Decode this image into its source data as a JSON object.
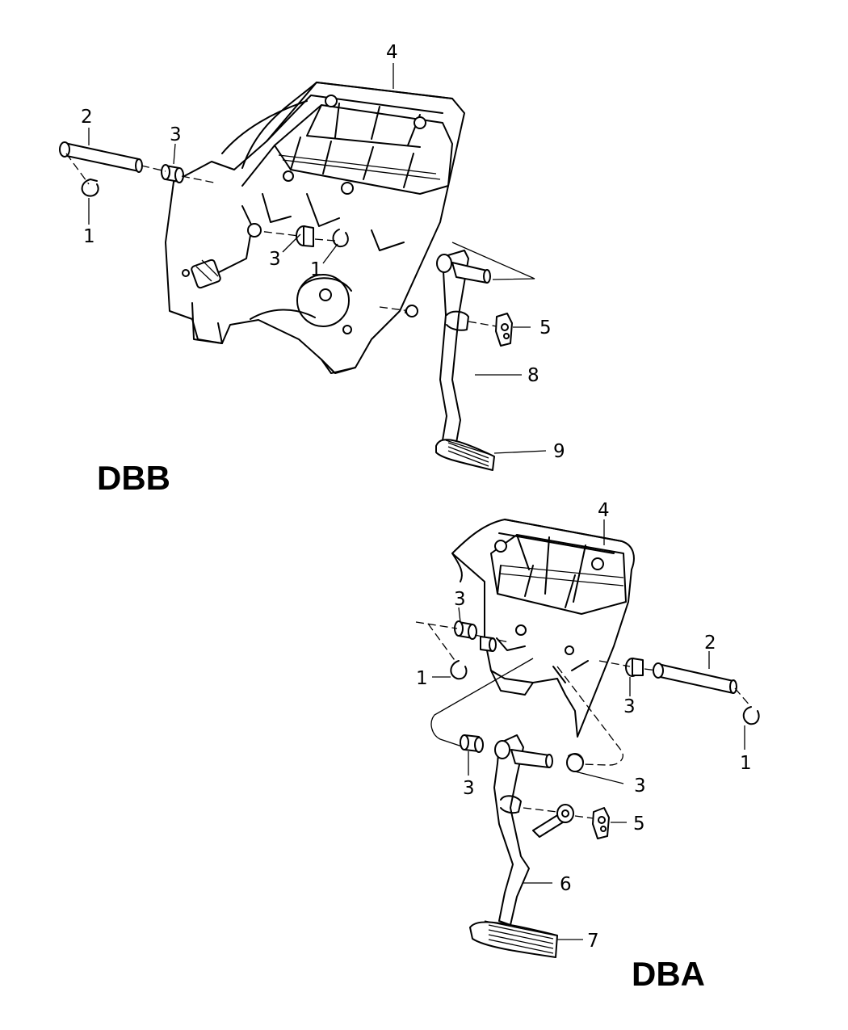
{
  "diagram": {
    "variants": [
      {
        "id": "dbb",
        "label": "DBB"
      },
      {
        "id": "dba",
        "label": "DBA"
      }
    ],
    "callouts": {
      "dbb": [
        "4",
        "2",
        "3",
        "1",
        "3",
        "1",
        "5",
        "8",
        "9"
      ],
      "dba": [
        "4",
        "3",
        "1",
        "2",
        "3",
        "1",
        "3",
        "3",
        "5",
        "6",
        "7"
      ]
    }
  }
}
